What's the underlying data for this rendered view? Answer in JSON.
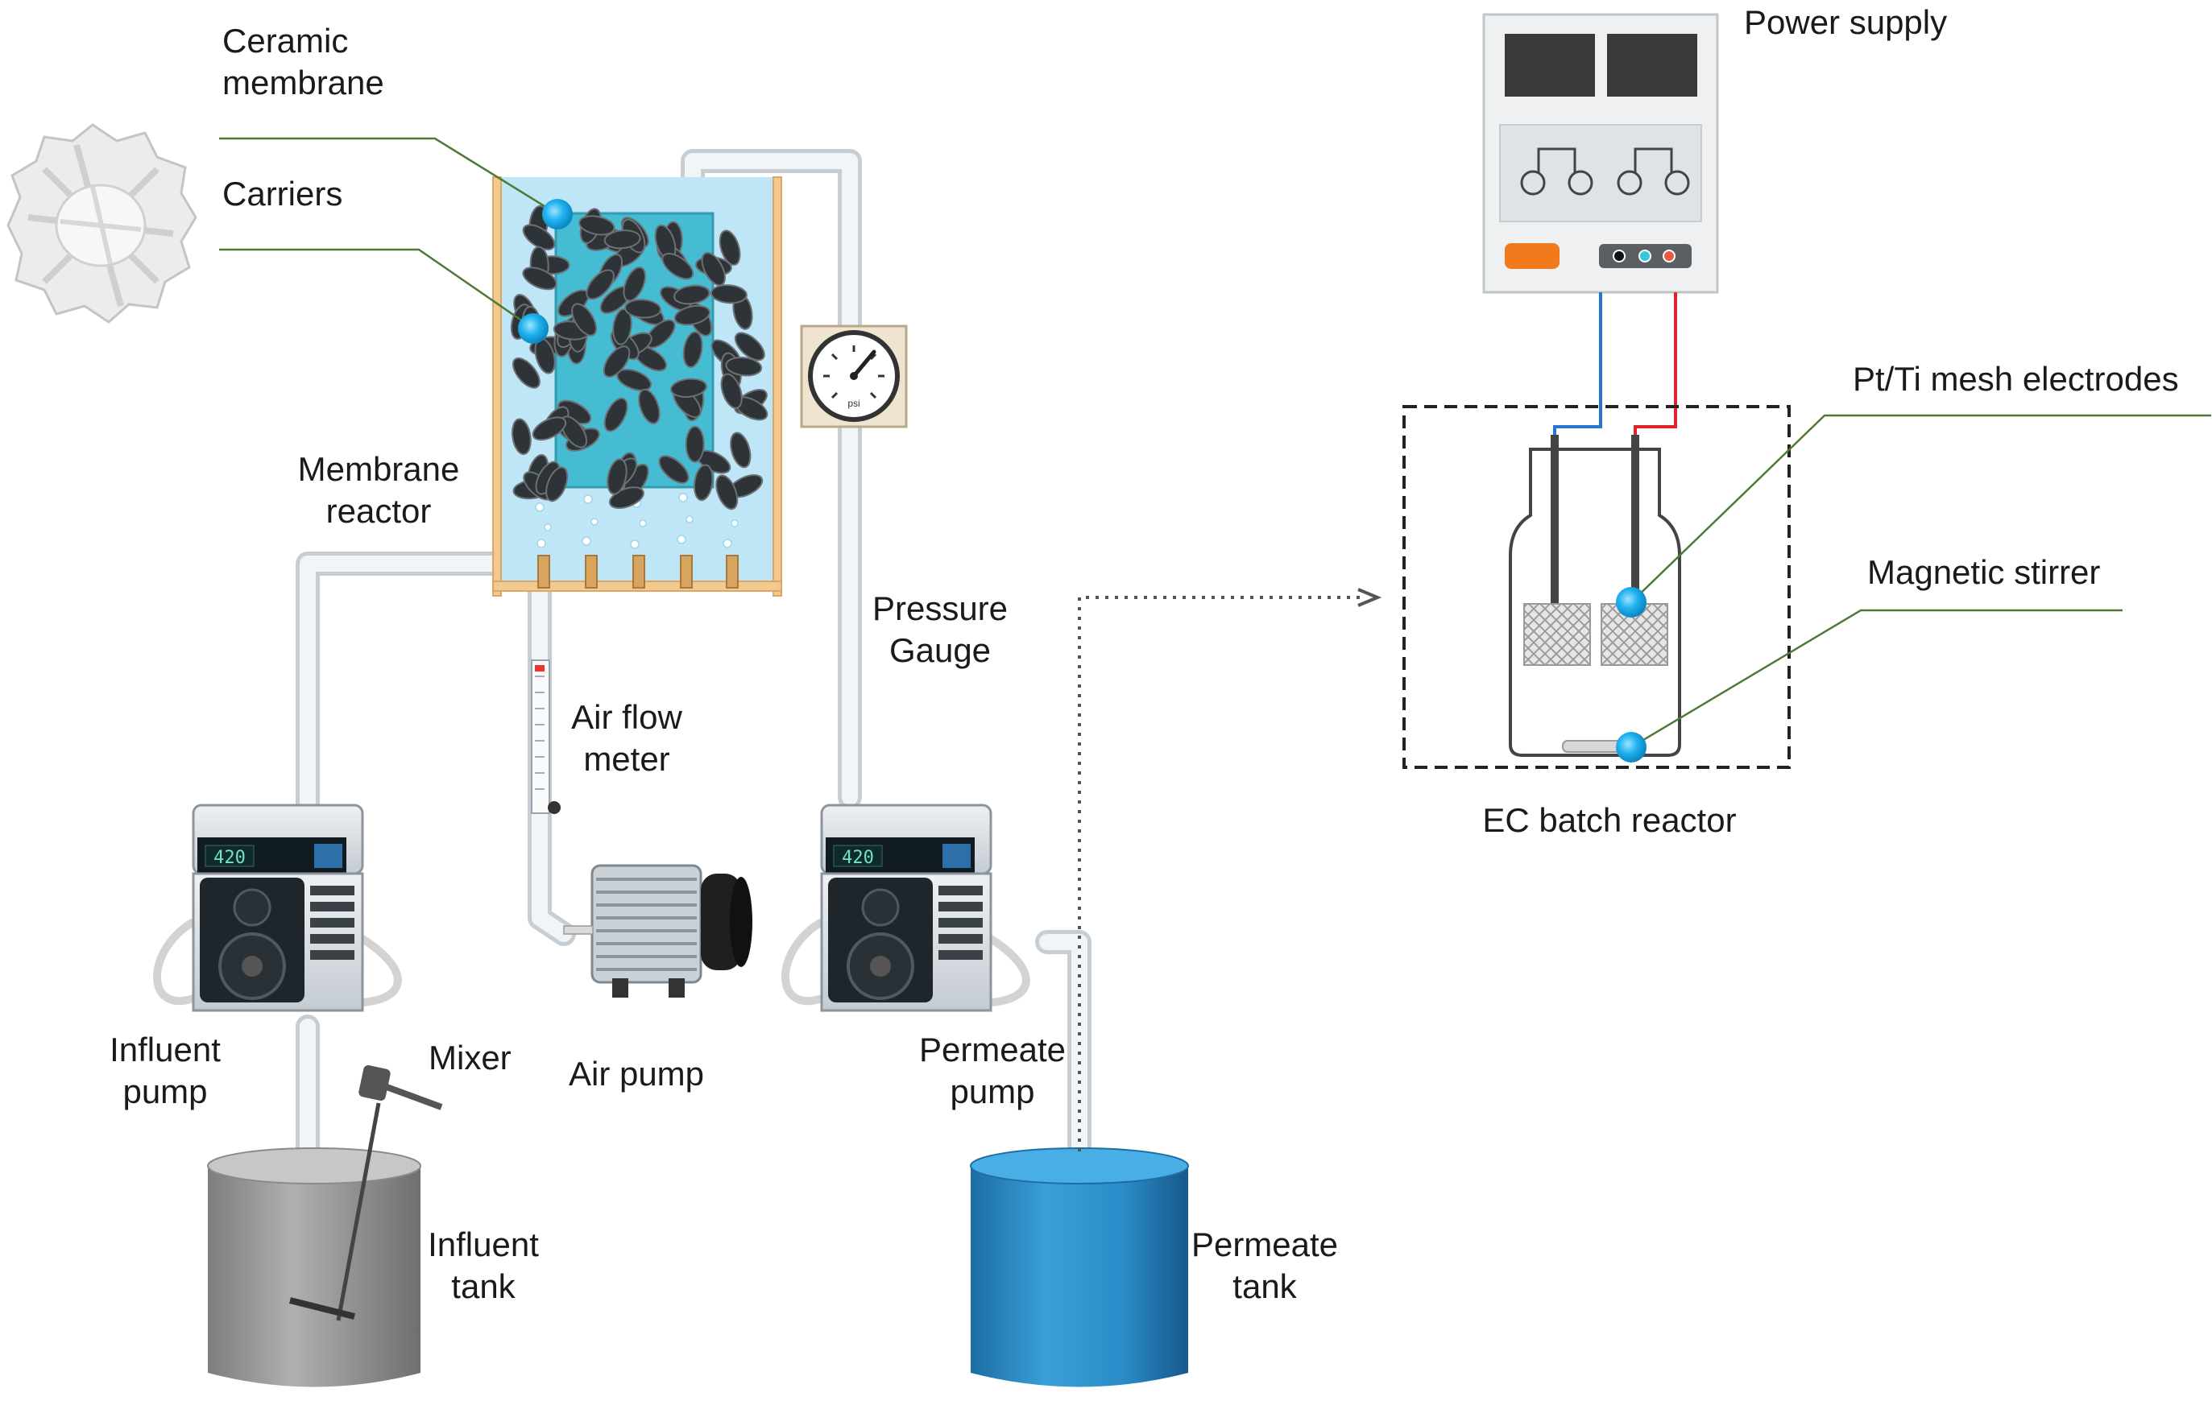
{
  "labels": {
    "ceramic_membrane": [
      "Ceramic",
      "membrane"
    ],
    "carriers": "Carriers",
    "membrane_reactor": [
      "Membrane",
      "reactor"
    ],
    "air_flow_meter": [
      "Air flow",
      "meter"
    ],
    "pressure_gauge": [
      "Pressure",
      "Gauge"
    ],
    "influent_pump": [
      "Influent",
      "pump"
    ],
    "mixer": "Mixer",
    "air_pump": "Air pump",
    "permeate_pump": [
      "Permeate",
      "pump"
    ],
    "influent_tank": [
      "Influent",
      "tank"
    ],
    "permeate_tank": [
      "Permeate",
      "tank"
    ],
    "power_supply": "Power supply",
    "pt_ti_mesh_electrodes": "Pt/Ti mesh electrodes",
    "magnetic_stirrer": "Magnetic stirrer",
    "ec_batch_reactor": "EC batch reactor"
  },
  "pump_display": "420",
  "gauge_unit": "psi",
  "colors": {
    "pipe": "#e3e8ec",
    "reactor_water": "#bfe6f6",
    "reactor_frame": "#f3c98f",
    "membrane": "#3ab8cf",
    "marker": "#12a6e6",
    "tank_blue": "#2a8bc7",
    "tank_gray": "#9a9a9a",
    "wire_blue": "#2c73d6",
    "wire_red": "#e0242c",
    "leader_line": "#4e7a36",
    "power_knob": "#f07a1c"
  }
}
